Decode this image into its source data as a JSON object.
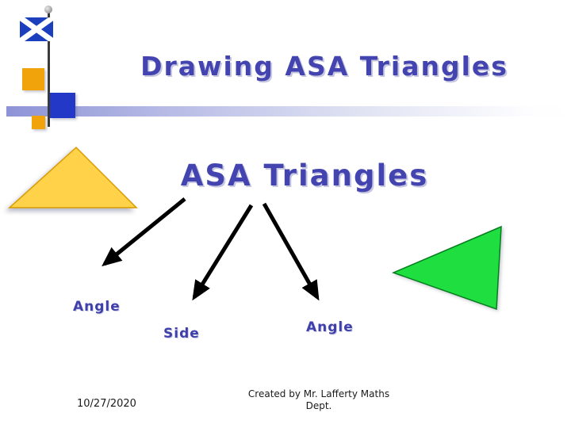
{
  "slide": {
    "title": "Drawing ASA Triangles",
    "subtitle": "ASA Triangles",
    "labels": {
      "left_angle": "Angle",
      "side": "Side",
      "right_angle": "Angle"
    },
    "footer": {
      "date": "10/27/2020",
      "credit_line1": "Created by Mr. Lafferty Maths",
      "credit_line2": "Dept."
    },
    "icons": {
      "flag": "scotland-flag-icon"
    },
    "colors": {
      "title_text": "#4444b0",
      "yellow_triangle": "#ffd24a",
      "yellow_outline": "#d89c00",
      "green_triangle": "#1edf3f",
      "green_outline": "#067d1e",
      "arrow": "#000000",
      "flag_blue": "#1b3fbd",
      "decor_gold": "#f0a30a",
      "decor_blue": "#2438c8"
    }
  }
}
